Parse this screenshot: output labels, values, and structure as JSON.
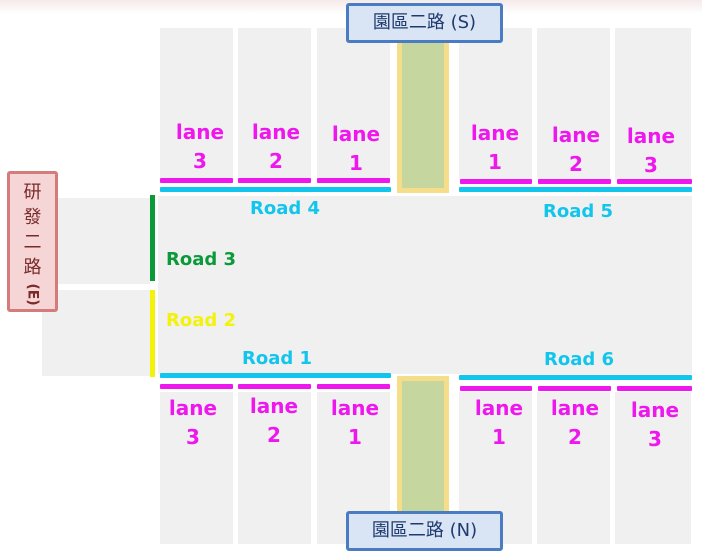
{
  "signs": {
    "south": "園區二路 (S)",
    "north": "園區二路 (N)",
    "east_chars": [
      "研",
      "發",
      "二",
      "路",
      "(E)"
    ]
  },
  "upper_lanes": [
    {
      "word": "lane",
      "num": "3"
    },
    {
      "word": "lane",
      "num": "2"
    },
    {
      "word": "lane",
      "num": "1"
    },
    {
      "word": "lane",
      "num": "1"
    },
    {
      "word": "lane",
      "num": "2"
    },
    {
      "word": "lane",
      "num": "3"
    }
  ],
  "lower_lanes": [
    {
      "word": "lane",
      "num": "3"
    },
    {
      "word": "lane",
      "num": "2"
    },
    {
      "word": "lane",
      "num": "1"
    },
    {
      "word": "lane",
      "num": "1"
    },
    {
      "word": "lane",
      "num": "2"
    },
    {
      "word": "lane",
      "num": "3"
    }
  ],
  "roads": {
    "road1": "Road 1",
    "road2": "Road 2",
    "road3": "Road 3",
    "road4": "Road 4",
    "road5": "Road 5",
    "road6": "Road 6"
  },
  "colors": {
    "lane_pink": "#ee17ee",
    "road_cyan": "#12c5ec",
    "road3_green": "#0a9a3a",
    "road2_yellow": "#f2f20a",
    "median_green": "#c5d79f",
    "median_border": "#f6dd8a"
  }
}
